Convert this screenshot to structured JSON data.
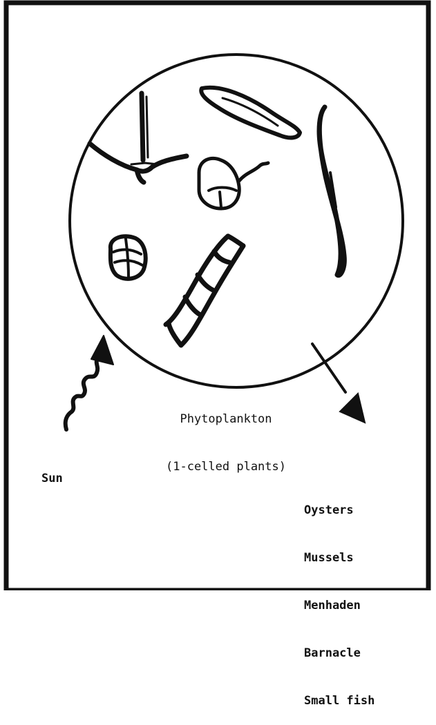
{
  "diagram": {
    "caption": {
      "line1": "Phytoplankton",
      "line2": "(1-celled plants)"
    },
    "source_label": "Sun",
    "consumers": [
      "Oysters",
      "Mussels",
      "Menhaden",
      "Barnacle",
      "Small fish"
    ]
  },
  "colors": {
    "ink": "#111111",
    "background": "#ffffff"
  }
}
